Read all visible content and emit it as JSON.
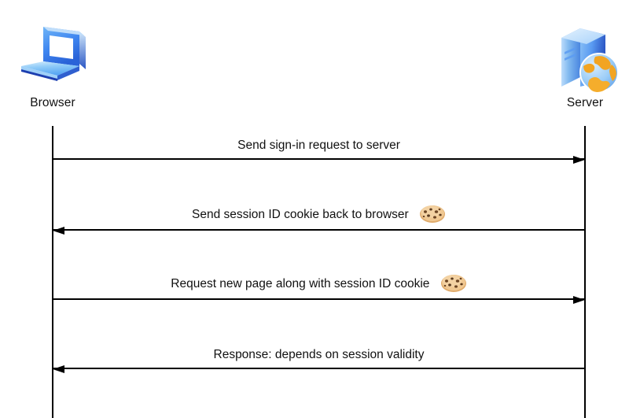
{
  "diagram": {
    "type": "sequence-diagram",
    "title": "",
    "background_color": "#ffffff",
    "line_color": "#000000",
    "actors": [
      {
        "id": "browser",
        "label": "Browser",
        "icon": "laptop-icon",
        "icon_colors": [
          "#3f86f0",
          "#8fcbf8",
          "#1d3fb0",
          "#ffffff"
        ]
      },
      {
        "id": "server",
        "label": "Server",
        "icon": "server-globe-icon",
        "icon_colors": [
          "#5a9bf2",
          "#9ecdfb",
          "#2b56c4",
          "#f0a020",
          "#7fb8ef"
        ]
      }
    ],
    "messages": [
      {
        "index": 1,
        "text": "Send sign-in request to server",
        "from": "browser",
        "to": "server",
        "direction": "right",
        "icon": null
      },
      {
        "index": 2,
        "text": "Send session ID cookie back to browser",
        "from": "server",
        "to": "browser",
        "direction": "left",
        "icon": "cookie-icon"
      },
      {
        "index": 3,
        "text": "Request new page along with session ID cookie",
        "from": "browser",
        "to": "server",
        "direction": "right",
        "icon": "cookie-icon"
      },
      {
        "index": 4,
        "text": "Response: depends on session validity",
        "from": "server",
        "to": "browser",
        "direction": "left",
        "icon": null
      }
    ]
  }
}
